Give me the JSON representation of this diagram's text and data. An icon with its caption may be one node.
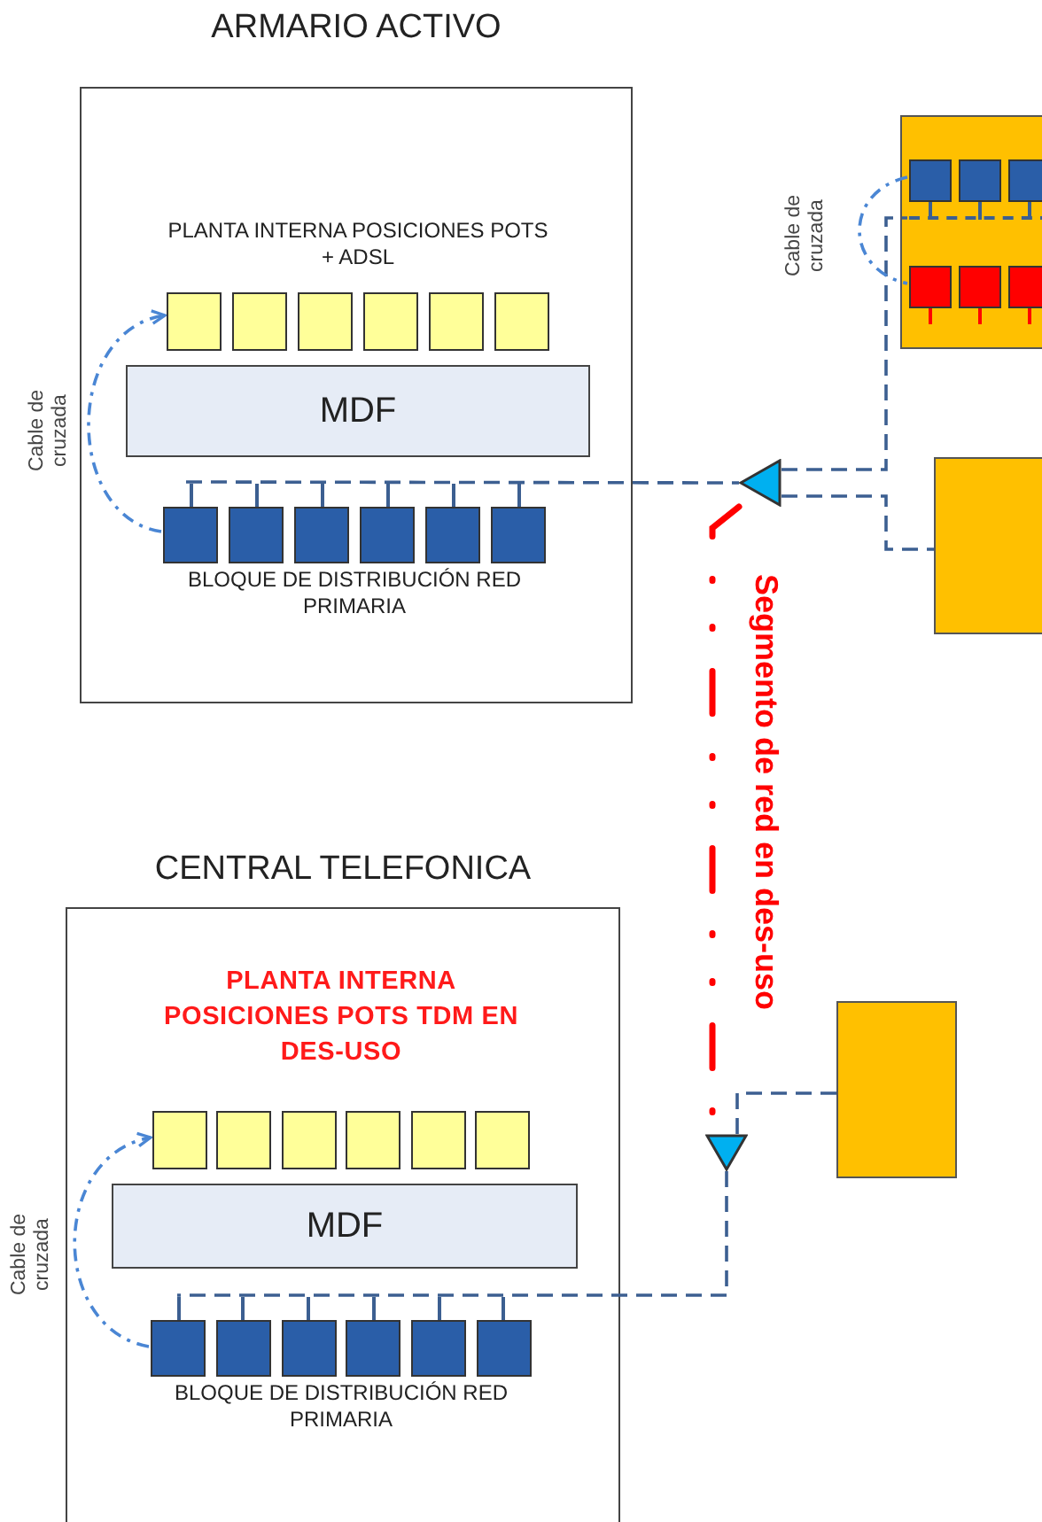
{
  "diagram": {
    "nodes": [
      {
        "text": [
          "ARMARIO ACTIVO"
        ]
      },
      {
        "text": [
          "PLANTA INTERNA POSICIONES POTS + ADSL"
        ],
        "in": 0
      },
      {
        "text": [
          "MDF"
        ],
        "in": 0
      },
      {
        "text": [
          "BLOQUE DE DISTRIBUCIÓN RED PRIMARIA"
        ],
        "in": 0
      },
      {
        "text": [],
        "shape": "triangle"
      },
      {
        "text": [],
        "shape": "box"
      },
      {
        "text": [],
        "shape": "bar",
        "in": 5
      },
      {
        "text": [],
        "shape": "bar",
        "in": 5
      },
      {
        "text": [],
        "shape": "box"
      },
      {
        "text": [
          "CENTRAL TELEFONICA"
        ]
      },
      {
        "text": [
          "PLANTA INTERNA POSICIONES POTS TDM EN DES-USO"
        ],
        "in": 9
      },
      {
        "text": [
          "MDF"
        ],
        "in": 9
      },
      {
        "text": [
          "BLOQUE DE DISTRIBUCIÓN RED PRIMARIA"
        ],
        "in": 9
      },
      {
        "text": [],
        "shape": "triangle"
      },
      {
        "text": [],
        "shape": "box"
      }
    ],
    "edges": [
      {
        "from": 3,
        "to": 4,
        "arrow": "none",
        "style": "dashed"
      },
      {
        "from": 4,
        "to": 6,
        "arrow": "none",
        "style": "dashed"
      },
      {
        "from": 4,
        "to": 8,
        "arrow": "none",
        "style": "dashed"
      },
      {
        "from": 6,
        "to": 7,
        "arrow": "none",
        "style": "dashed",
        "color": "#4a86d4",
        "label": "Cable de cruzada"
      },
      {
        "from": 3,
        "to": 1,
        "arrow": "to",
        "style": "dashed",
        "color": "#4a86d4",
        "label": "Cable de cruzada"
      },
      {
        "from": 4,
        "to": 13,
        "arrow": "none",
        "style": "dashed",
        "color": "#ff0000",
        "label": "Segmento de red en des-uso"
      },
      {
        "from": 13,
        "to": 12,
        "arrow": "none",
        "style": "dashed"
      },
      {
        "from": 13,
        "to": 14,
        "arrow": "none",
        "style": "dashed"
      },
      {
        "from": 12,
        "to": 10,
        "arrow": "to",
        "style": "dashed",
        "color": "#4a86d4",
        "label": "Cable de cruzada"
      }
    ]
  }
}
